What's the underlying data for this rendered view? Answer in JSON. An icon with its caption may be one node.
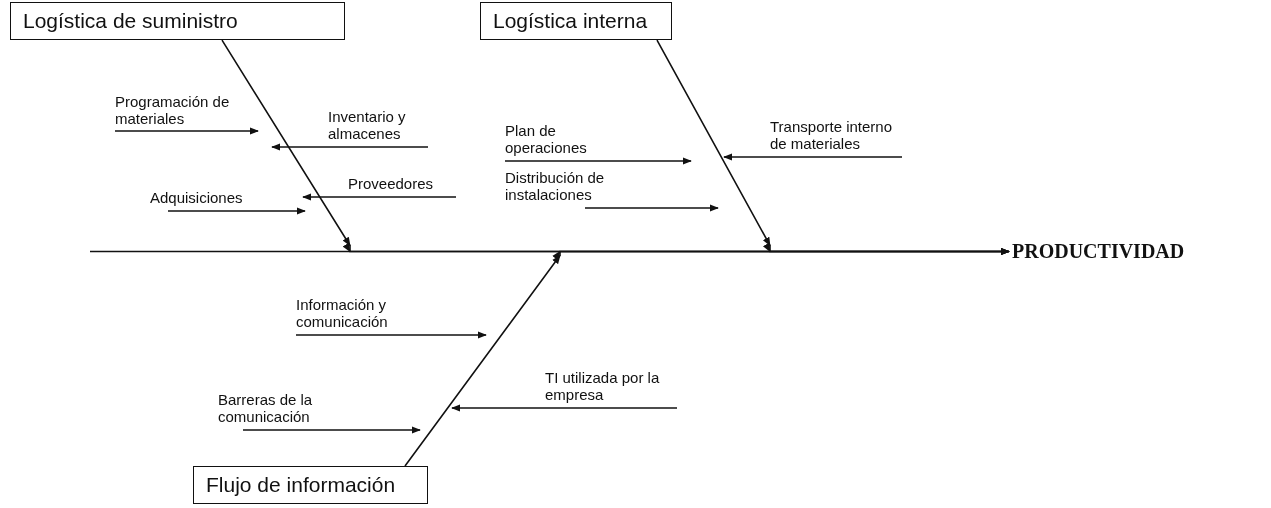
{
  "diagram": {
    "nodes": [
      {
        "text": [
          "Logística de suministro"
        ]
      },
      {
        "text": [
          "Logística interna"
        ]
      },
      {
        "text": [
          "Flujo de información"
        ]
      },
      {
        "text": [
          "PRODUCTIVIDAD"
        ]
      },
      {
        "text": [
          "Programación de materiales"
        ]
      },
      {
        "text": [
          "Inventario y almacenes"
        ]
      },
      {
        "text": [
          "Adquisiciones"
        ]
      },
      {
        "text": [
          "Proveedores"
        ]
      },
      {
        "text": [
          "Plan de operaciones"
        ]
      },
      {
        "text": [
          "Transporte interno de materiales"
        ]
      },
      {
        "text": [
          "Distribución de instalaciones"
        ]
      },
      {
        "text": [
          "Información y comunicación"
        ]
      },
      {
        "text": [
          "TI utilizada por la empresa"
        ]
      },
      {
        "text": [
          "Barreras de la comunicación"
        ]
      }
    ],
    "edges": [
      {
        "from": null,
        "to": 3,
        "arrow": "to"
      },
      {
        "from": 0,
        "to": 3,
        "arrow": "to"
      },
      {
        "from": 1,
        "to": 3,
        "arrow": "to"
      },
      {
        "from": 2,
        "to": 3,
        "arrow": "to"
      },
      {
        "from": 4,
        "to": null,
        "arrow": "to"
      },
      {
        "from": 5,
        "to": null,
        "arrow": "to"
      },
      {
        "from": 6,
        "to": null,
        "arrow": "to"
      },
      {
        "from": 7,
        "to": null,
        "arrow": "to"
      },
      {
        "from": 8,
        "to": null,
        "arrow": "to"
      },
      {
        "from": 9,
        "to": null,
        "arrow": "to"
      },
      {
        "from": 10,
        "to": null,
        "arrow": "to"
      },
      {
        "from": 11,
        "to": null,
        "arrow": "to"
      },
      {
        "from": 12,
        "to": null,
        "arrow": "to"
      },
      {
        "from": 13,
        "to": null,
        "arrow": "to"
      }
    ]
  }
}
